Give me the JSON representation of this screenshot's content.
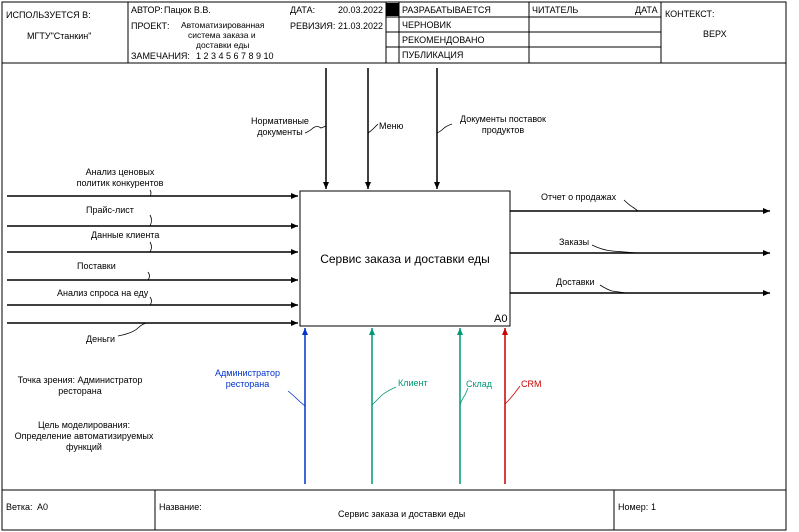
{
  "header": {
    "used_at_label": "ИСПОЛЬЗУЕТСЯ В:",
    "used_at_value": "МГТУ\"Станкин\"",
    "author_label": "АВТОР:",
    "author_value": "Пацюк В.В.",
    "project_label": "ПРОЕКТ:",
    "project_value_line1": "Автоматизированная",
    "project_value_line2": "система заказа и",
    "project_value_line3": "доставки еды",
    "notes_label": "ЗАМЕЧАНИЯ:",
    "notes_numbers": "1  2  3  4  5  6  7  8  9  10",
    "date_label": "ДАТА:",
    "date_value": "20.03.2022",
    "revision_label": "РЕВИЗИЯ:",
    "revision_value": "21.03.2022",
    "status": [
      "РАЗРАБАТЫВАЕТСЯ",
      "ЧЕРНОВИК",
      "РЕКОМЕНДОВАНО",
      "ПУБЛИКАЦИЯ"
    ],
    "reader_label": "ЧИТАТЕЛЬ",
    "reader_date_label": "ДАТА",
    "context_label": "КОНТЕКСТ:",
    "context_value": "ВЕРХ"
  },
  "diagram": {
    "process_name": "Сервис заказа и доставки еды",
    "process_id": "A0",
    "controls": [
      {
        "line1": "Нормативные",
        "line2": "документы"
      },
      {
        "line1": "Меню",
        "line2": ""
      },
      {
        "line1": "Документы поставок",
        "line2": "продуктов"
      }
    ],
    "inputs": [
      {
        "line1": "Анализ ценовых",
        "line2": "политик конкурентов"
      },
      {
        "line1": "Прайс-лист",
        "line2": ""
      },
      {
        "line1": "Данные клиента",
        "line2": ""
      },
      {
        "line1": "Поставки",
        "line2": ""
      },
      {
        "line1": "Анализ спроса на еду",
        "line2": ""
      },
      {
        "line1": "Деньги",
        "line2": ""
      }
    ],
    "outputs": [
      "Отчет о продажах",
      "Заказы",
      "Доставки"
    ],
    "mechanisms": [
      {
        "line1": "Администратор",
        "line2": "ресторана",
        "color": "#0033cc"
      },
      {
        "line1": "Клиент",
        "line2": "",
        "color": "#009977"
      },
      {
        "line1": "Склад",
        "line2": "",
        "color": "#009977"
      },
      {
        "line1": "CRM",
        "line2": "",
        "color": "#cc0000"
      }
    ],
    "viewpoint_line1": "Точка зрения: Администратор",
    "viewpoint_line2": "ресторана",
    "purpose_line1": "Цель моделирования:",
    "purpose_line2": "Определение автоматизируемых",
    "purpose_line3": "функций"
  },
  "footer": {
    "node_label": "Ветка:",
    "node_value": "А0",
    "title_label": "Название:",
    "title_value": "Сервис заказа и доставки еды",
    "number_label": "Номер:",
    "number_value": "1"
  }
}
